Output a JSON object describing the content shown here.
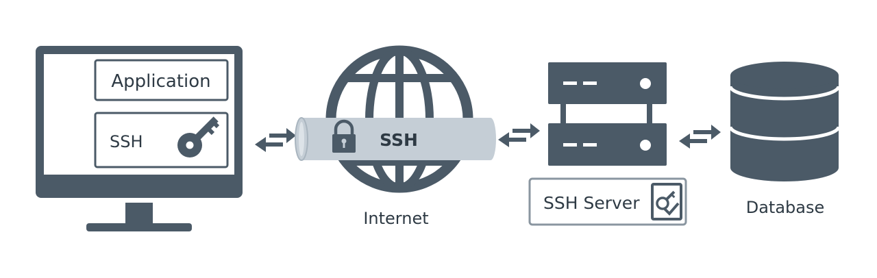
{
  "colors": {
    "dark": "#4b5a67",
    "tube": "#c5ced6",
    "tube_edge": "#a9b5bf",
    "background": "#ffffff",
    "text": "#2e3a44"
  },
  "client": {
    "app_label": "Application",
    "ssh_label": "SSH",
    "icons": [
      "monitor-icon",
      "key-icon"
    ]
  },
  "tunnel": {
    "label": "SSH",
    "icon": "padlock-icon"
  },
  "internet": {
    "label": "Internet",
    "icon": "globe-icon"
  },
  "server": {
    "label": "SSH Server",
    "icons": [
      "server-rack-icon",
      "key-certificate-icon"
    ]
  },
  "database": {
    "label": "Database",
    "icon": "database-icon"
  },
  "connections": [
    {
      "from": "client",
      "to": "tunnel",
      "type": "bidirectional"
    },
    {
      "from": "tunnel",
      "to": "server",
      "type": "bidirectional"
    },
    {
      "from": "server",
      "to": "database",
      "type": "bidirectional"
    }
  ]
}
